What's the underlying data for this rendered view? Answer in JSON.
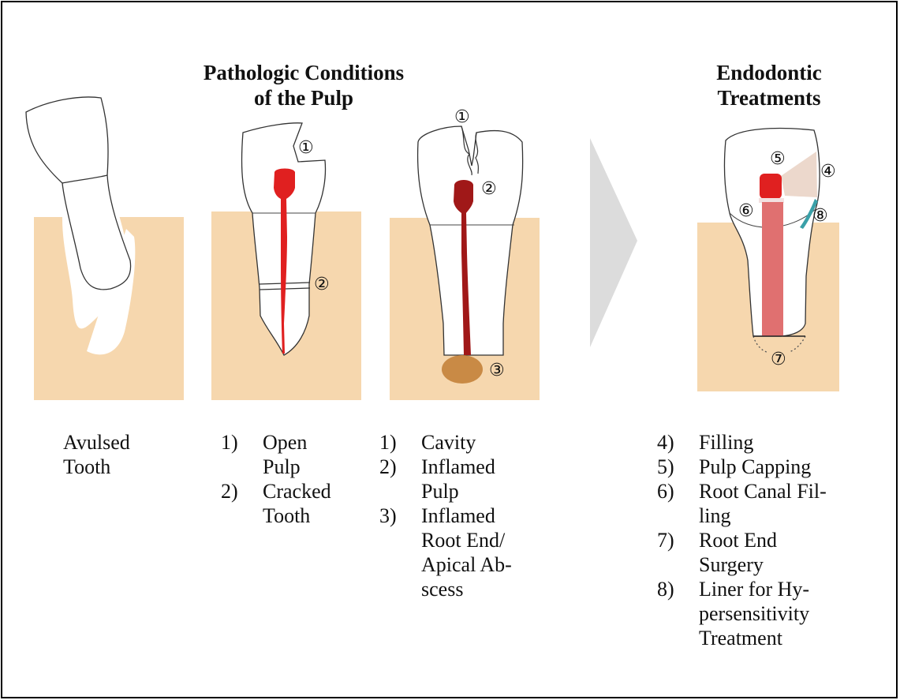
{
  "headings": {
    "left": [
      "Pathologic Conditions",
      "of the Pulp"
    ],
    "right": [
      "Endodontic",
      "Treatments"
    ]
  },
  "captions": {
    "avulsed": [
      "Avulsed",
      "Tooth"
    ],
    "open_pulp": [
      {
        "num": "1)",
        "lines": [
          "Open",
          "Pulp"
        ]
      },
      {
        "num": "2)",
        "lines": [
          "Cracked",
          "Tooth"
        ]
      }
    ],
    "cavity": [
      {
        "num": "1)",
        "lines": [
          "Cavity"
        ]
      },
      {
        "num": "2)",
        "lines": [
          "Inflamed",
          "Pulp"
        ]
      },
      {
        "num": "3)",
        "lines": [
          "Inflamed",
          "Root End/",
          "Apical Ab-",
          "scess"
        ]
      }
    ],
    "treatments": [
      {
        "num": "4)",
        "lines": [
          "Filling"
        ]
      },
      {
        "num": "5)",
        "lines": [
          "Pulp Capping"
        ]
      },
      {
        "num": "6)",
        "lines": [
          "Root Canal Fil-",
          "ling"
        ]
      },
      {
        "num": "7)",
        "lines": [
          "Root End",
          "Surgery"
        ]
      },
      {
        "num": "8)",
        "lines": [
          "Liner for Hy-",
          "persensitivity",
          "Treatment"
        ]
      }
    ]
  },
  "markers": {
    "t2_1": "①",
    "t2_2": "②",
    "t3_1": "①",
    "t3_2": "②",
    "t3_3": "③",
    "t4_4": "④",
    "t4_5": "⑤",
    "t4_6": "⑥",
    "t4_7": "⑦",
    "t4_8": "⑧"
  },
  "colors": {
    "gum": "#f6d7ae",
    "pulp": "#e02020",
    "inflamed_pulp": "#a01818",
    "abscess": "#c98a45",
    "root_filling": "#e07070",
    "filling": "#ecd8cc",
    "liner": "#3aa0a8",
    "arrow": "#dcdcdc"
  }
}
